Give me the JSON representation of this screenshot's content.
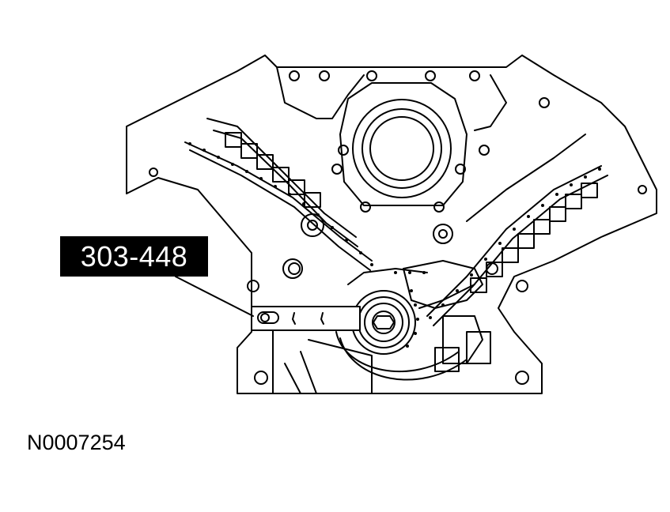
{
  "diagram": {
    "subject": "engine front timing chain and crankshaft sprocket with special tool installed",
    "callouts": [
      {
        "label": "303-448",
        "target": "crankshaft holding tool"
      }
    ],
    "figure_id": "N0007254"
  }
}
